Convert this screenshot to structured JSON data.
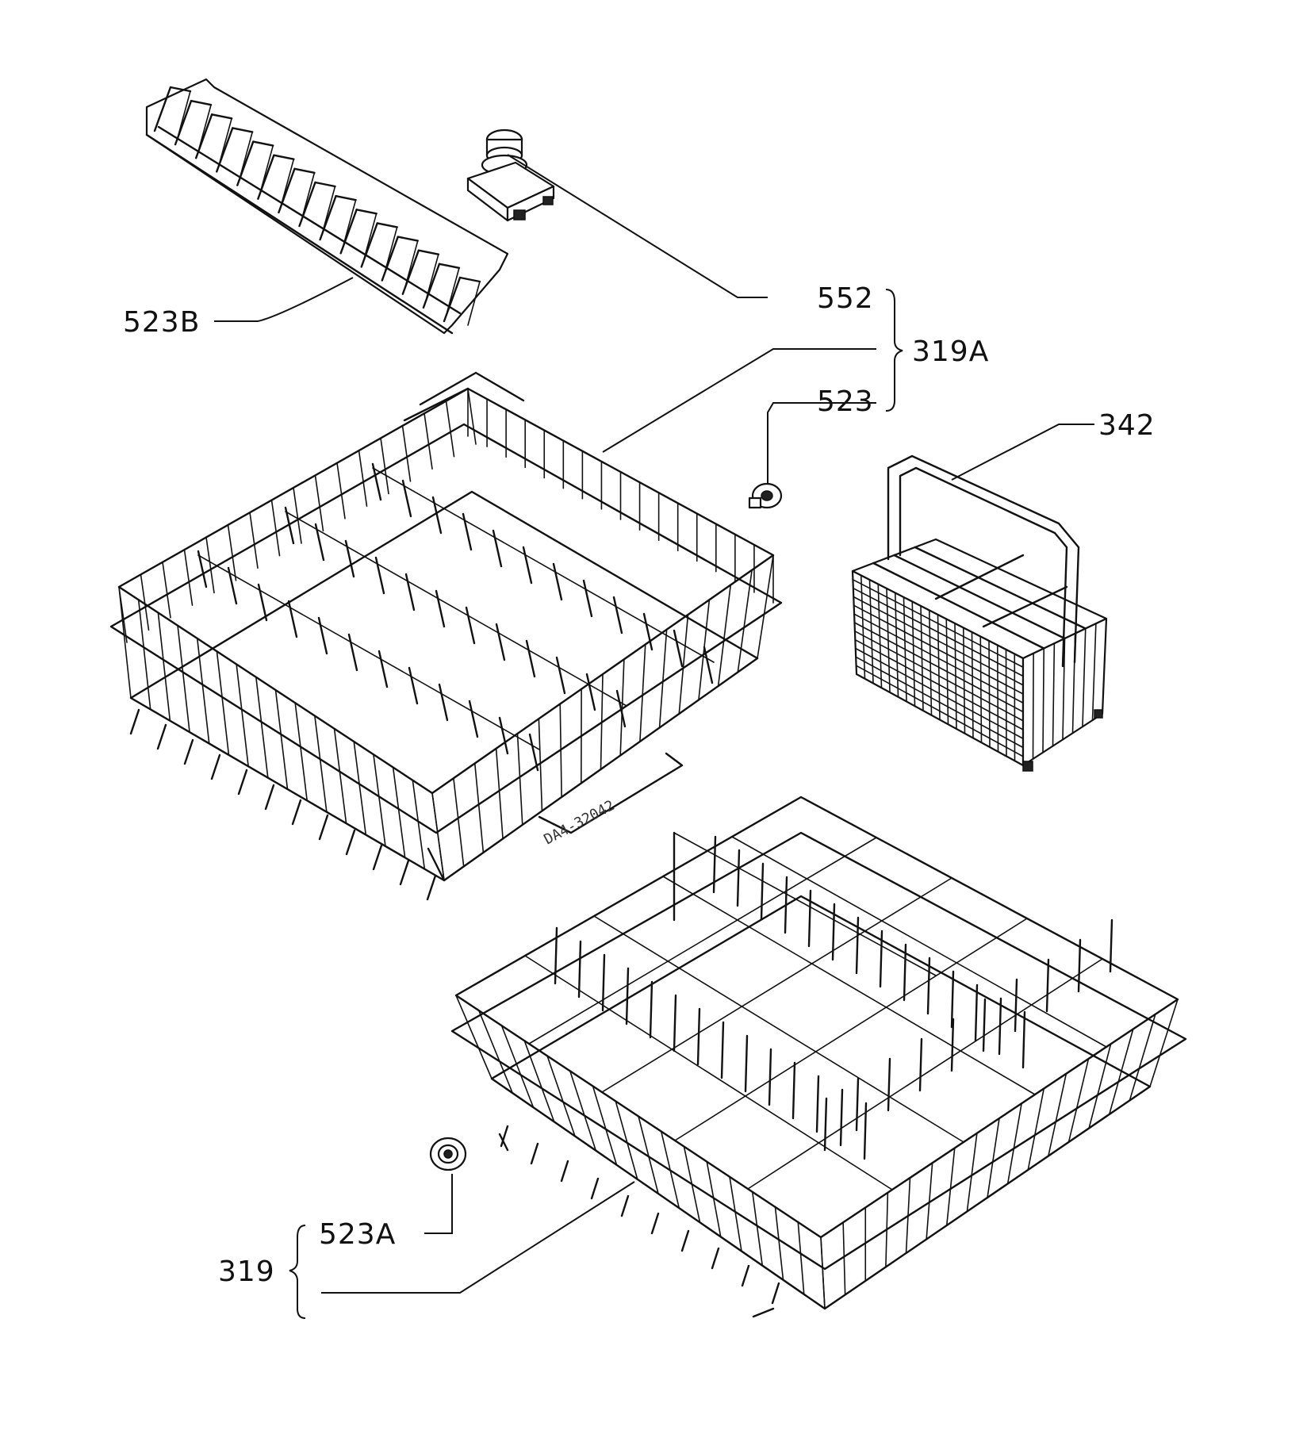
{
  "labels": {
    "part_523b": "523B",
    "part_552": "552",
    "part_319a": "319A",
    "part_523": "523",
    "part_342": "342",
    "part_523a": "523A",
    "part_319": "319"
  },
  "stamp": "DA4-32042"
}
